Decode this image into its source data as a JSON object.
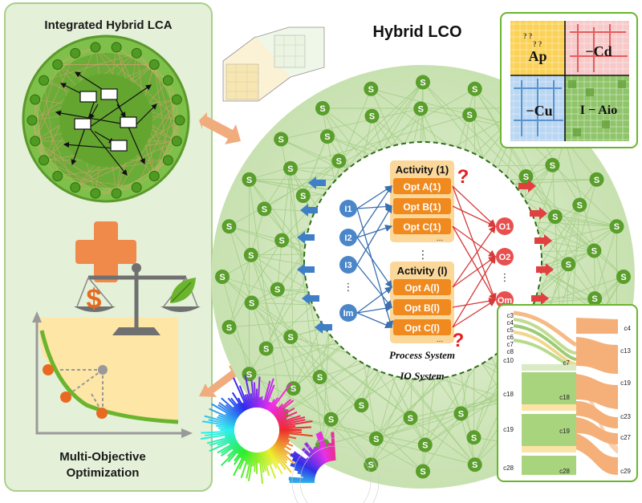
{
  "left_panel": {
    "top_title": "Integrated Hybrid LCA",
    "bottom_title_line1": "Multi-Objective",
    "bottom_title_line2": "Optimization",
    "currency_symbol": "$"
  },
  "center": {
    "title": "Hybrid LCO",
    "node_label": "S",
    "process_system_label": "Process System",
    "io_system_label": "IO System",
    "activity_1": "Activity (1)",
    "activity_l": "Activity (l)",
    "opt_a1": "Opt A(1)",
    "opt_b1": "Opt B(1)",
    "opt_c1": "Opt C(1)",
    "opt_al": "Opt A(l)",
    "opt_bl": "Opt B(l)",
    "opt_cl": "Opt C(l)",
    "ellipsis": "...",
    "vdots": "⋮",
    "question": "?",
    "inputs": [
      "I1",
      "I2",
      "I3",
      "⋮",
      "Im"
    ],
    "outputs": [
      "O1",
      "O2",
      "⋮",
      "Om"
    ]
  },
  "matrix_panel": {
    "ap": "Ap",
    "cd": "−Cd",
    "cu": "−Cu",
    "i_aio": "I − Aio"
  },
  "sankey_panel": {
    "left_labels": [
      "c3",
      "c4",
      "c5",
      "c6",
      "c7",
      "c8",
      "c10",
      "c18",
      "c19",
      "c28"
    ],
    "middle_labels": [
      "c7",
      "c18",
      "c19",
      "c28"
    ],
    "right_labels": [
      "c4",
      "c13",
      "c19",
      "c23",
      "c27",
      "c29"
    ]
  },
  "colors": {
    "green_dark": "#5a9a2a",
    "green_light": "#c9e2b0",
    "orange": "#f0ac7d",
    "blue_node": "#4a86c8",
    "red_node": "#e85050",
    "activity_bg": "#fbd89a",
    "opt_box": "#f08a1f"
  }
}
